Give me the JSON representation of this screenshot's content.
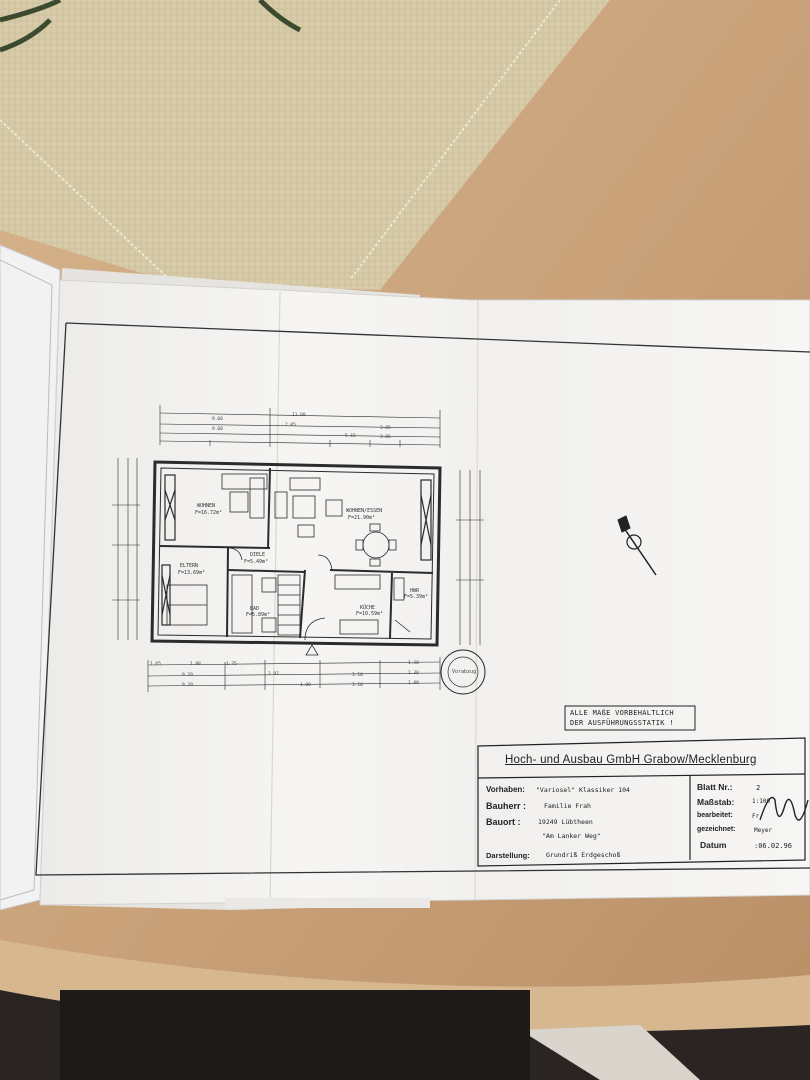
{
  "plan": {
    "rooms": {
      "wohnen": "WOHNEN",
      "wohnen_area": "F=16.72m²",
      "wohnen_essen": "WOHNEN/ESSEN",
      "wohnen_essen_area": "F=21.90m²",
      "eltern": "ELTERN",
      "eltern_area": "F=13.69m²",
      "diele": "DIELE",
      "diele_area": "F=5.49m²",
      "bad": "BAD",
      "bad_area": "F=5.89m²",
      "kueche": "KÜCHE",
      "kueche_area": "F=10.59m²",
      "hwr": "HWR",
      "hwr_area": "F=5.39m²"
    },
    "dims_top": [
      "9.60",
      "9.60",
      "11.00",
      "2.05",
      "3.05",
      "3.05",
      "5.15"
    ],
    "dims_bottom": [
      "1.65",
      "1.88",
      "1.75",
      "2.97",
      "1.30",
      "1.30",
      "9.20",
      "9.20",
      "3.10",
      "3.10",
      "1.80",
      "1.80"
    ],
    "stamp_text": "Vorabzug"
  },
  "note": {
    "line1": "ALLE MAßE VORBEHALTLICH",
    "line2": "DER AUSFÜHRUNGSSTATIK !"
  },
  "titleblock": {
    "company": "Hoch- und Ausbau GmbH Grabow/Mecklenburg",
    "vorhaben_label": "Vorhaben:",
    "vorhaben_value": "\"Variosel\" Klassiker 104",
    "bauherr_label": "Bauherr :",
    "bauherr_value": "Familie Frah",
    "bauort_label": "Bauort :",
    "bauort_value1": "19249 Lübtheen",
    "bauort_value2": "\"Am Lanker Weg\"",
    "darstellung_label": "Darstellung:",
    "darstellung_value": "Grundriß Erdgeschoß",
    "blatt_label": "Blatt Nr.:",
    "blatt_value": "2",
    "massstab_label": "Maßstab:",
    "massstab_value": "1:100",
    "bearbeitet_label": "bearbeitet:",
    "bearbeitet_value": "Fr",
    "gezeichnet_label": "gezeichnet:",
    "gezeichnet_value": "Meyer",
    "datum_label": "Datum",
    "datum_value": ":06.02.96"
  },
  "colors": {
    "table": "#c9a57c",
    "paper": "#f4f3f1",
    "ink": "#222222",
    "runner": "#d9ccad"
  }
}
